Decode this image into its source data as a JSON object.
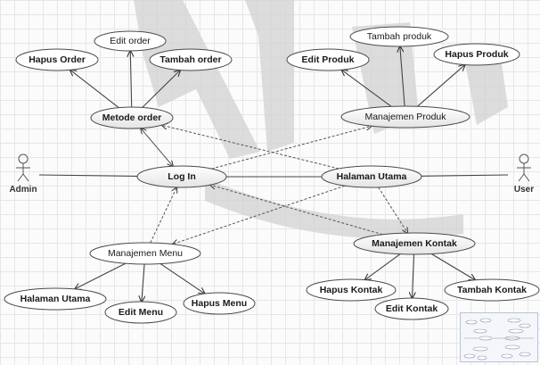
{
  "actors": [
    {
      "id": "admin",
      "label": "Admin"
    },
    {
      "id": "user",
      "label": "User"
    }
  ],
  "use_cases": [
    {
      "id": "edit-order",
      "label": "Edit order"
    },
    {
      "id": "hapus-order",
      "label": "Hapus Order"
    },
    {
      "id": "tambah-order",
      "label": "Tambah order"
    },
    {
      "id": "metode-order",
      "label": "Metode order"
    },
    {
      "id": "log-in",
      "label": "Log In"
    },
    {
      "id": "halaman-utama-center",
      "label": "Halaman Utama"
    },
    {
      "id": "tambah-produk",
      "label": "Tambah produk"
    },
    {
      "id": "edit-produk",
      "label": "Edit Produk"
    },
    {
      "id": "hapus-produk",
      "label": "Hapus Produk"
    },
    {
      "id": "manajemen-produk",
      "label": "Manajemen Produk"
    },
    {
      "id": "manajemen-menu",
      "label": "Manajemen Menu"
    },
    {
      "id": "halaman-utama-left",
      "label": "Halaman Utama"
    },
    {
      "id": "edit-menu",
      "label": "Edit Menu"
    },
    {
      "id": "hapus-menu",
      "label": "Hapus Menu"
    },
    {
      "id": "manajemen-kontak",
      "label": "Manajemen Kontak"
    },
    {
      "id": "hapus-kontak",
      "label": "Hapus Kontak"
    },
    {
      "id": "edit-kontak",
      "label": "Edit Kontak"
    },
    {
      "id": "tambah-kontak",
      "label": "Tambah Kontak"
    }
  ],
  "associations": [
    {
      "from": "admin",
      "to": "log-in"
    },
    {
      "from": "halaman-utama-center",
      "to": "user"
    },
    {
      "from": "log-in",
      "to": "halaman-utama-center"
    }
  ],
  "extends": [
    {
      "from": "metode-order",
      "to": "edit-order"
    },
    {
      "from": "metode-order",
      "to": "hapus-order"
    },
    {
      "from": "metode-order",
      "to": "tambah-order"
    },
    {
      "from": "manajemen-produk",
      "to": "tambah-produk"
    },
    {
      "from": "manajemen-produk",
      "to": "edit-produk"
    },
    {
      "from": "manajemen-produk",
      "to": "hapus-produk"
    },
    {
      "from": "manajemen-menu",
      "to": "halaman-utama-left"
    },
    {
      "from": "manajemen-menu",
      "to": "edit-menu"
    },
    {
      "from": "manajemen-menu",
      "to": "hapus-menu"
    },
    {
      "from": "manajemen-kontak",
      "to": "hapus-kontak"
    },
    {
      "from": "manajemen-kontak",
      "to": "edit-kontak"
    },
    {
      "from": "manajemen-kontak",
      "to": "tambah-kontak"
    }
  ],
  "dependencies": [
    {
      "from": "metode-order",
      "to": "log-in"
    },
    {
      "from": "log-in",
      "to": "metode-order"
    },
    {
      "from": "halaman-utama-center",
      "to": "metode-order"
    },
    {
      "from": "log-in",
      "to": "manajemen-produk"
    },
    {
      "from": "manajemen-menu",
      "to": "log-in"
    },
    {
      "from": "halaman-utama-center",
      "to": "manajemen-menu"
    },
    {
      "from": "halaman-utama-center",
      "to": "manajemen-kontak"
    },
    {
      "from": "manajemen-kontak",
      "to": "log-in"
    }
  ]
}
